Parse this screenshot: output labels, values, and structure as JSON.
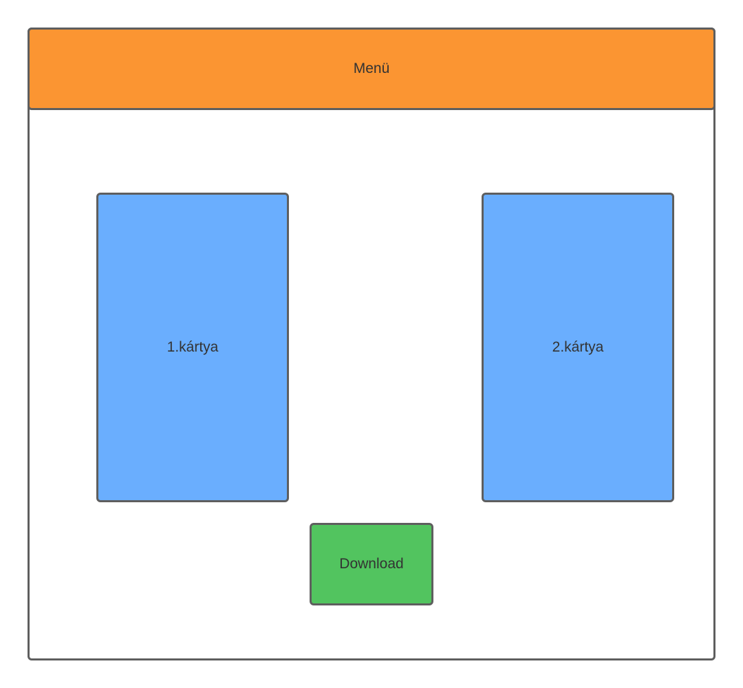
{
  "menu": {
    "label": "Menü",
    "color": "#fb9532"
  },
  "cards": [
    {
      "label": "1.kártya",
      "color": "#6aaefe"
    },
    {
      "label": "2.kártya",
      "color": "#6aaefe"
    }
  ],
  "download": {
    "label": "Download",
    "color": "#52c45f"
  },
  "colors": {
    "border": "#5e5e5e",
    "text": "#333333",
    "background": "#ffffff"
  }
}
